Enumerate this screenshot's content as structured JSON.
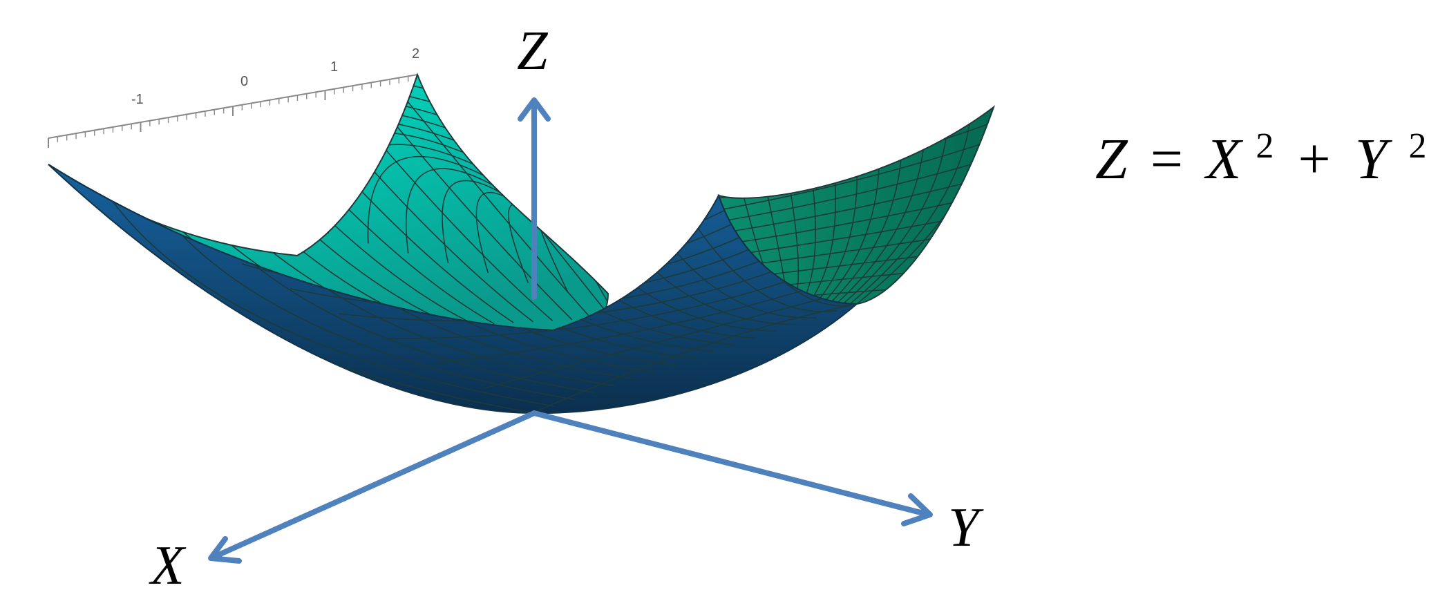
{
  "colors": {
    "surface_inner_light": "#00e6cc",
    "surface_inner_dark": "#0a9a8c",
    "surface_right": "#0b8f6e",
    "surface_front_light": "#17639f",
    "surface_front_dark": "#0b2f4e",
    "mesh_line": "#1d3a3a",
    "axis_arrow": "#4f81bd",
    "tick_axis": "#888888"
  },
  "axes": {
    "x_label": "X",
    "y_label": "Y",
    "z_label": "Z"
  },
  "tick_axis": {
    "ticks": [
      "-1",
      "0",
      "1",
      "2"
    ]
  },
  "equation": {
    "lhs": "Z",
    "equals": "=",
    "term1_base": "X",
    "term1_exp": "2",
    "plus": "+",
    "term2_base": "Y",
    "term2_exp": "2"
  }
}
